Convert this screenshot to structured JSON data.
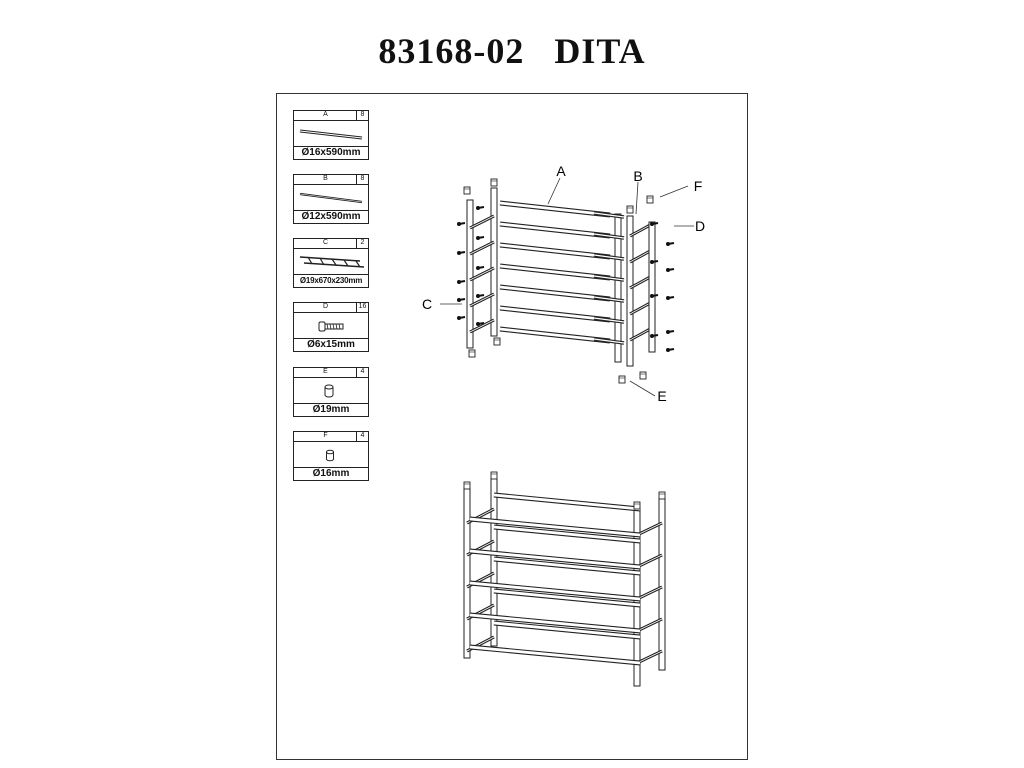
{
  "title": "83168-02   DITA",
  "parts": [
    {
      "letter": "A",
      "qty": "8",
      "spec": "Ø16x590mm",
      "icon": "thick-tube-icon"
    },
    {
      "letter": "B",
      "qty": "8",
      "spec": "Ø12x590mm",
      "icon": "thin-tube-icon"
    },
    {
      "letter": "C",
      "qty": "2",
      "spec": "Ø19x670x230mm",
      "icon": "ladder-frame-icon"
    },
    {
      "letter": "D",
      "qty": "16",
      "spec": "Ø6x15mm",
      "icon": "screw-icon"
    },
    {
      "letter": "E",
      "qty": "4",
      "spec": "Ø19mm",
      "icon": "foot-cap-icon"
    },
    {
      "letter": "F",
      "qty": "4",
      "spec": "Ø16mm",
      "icon": "top-cap-icon"
    }
  ],
  "callouts": {
    "a": "A",
    "b": "B",
    "c": "C",
    "d": "D",
    "e": "E",
    "f": "F"
  }
}
